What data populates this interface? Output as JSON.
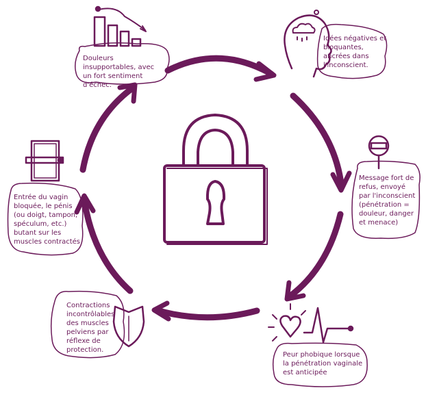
{
  "theme": {
    "accent": "#6b1a5a"
  },
  "cycle": {
    "center_icon": "padlock-icon",
    "steps": [
      {
        "icon": "descending-bar-chart-icon",
        "text": "Douleurs insupportables, avec un fort sentiment d'échec."
      },
      {
        "icon": "head-storm-cloud-icon",
        "text": "Idées négatives et bloquantes, ancrées dans l'inconscient."
      },
      {
        "icon": "no-entry-sign-icon",
        "text": "Message fort de refus, envoyé par l'inconscient (pénétration = douleur, danger et menace)"
      },
      {
        "icon": "heart-pulse-icon",
        "text": "Peur phobique lorsque la pénétration vaginale est anticipée"
      },
      {
        "icon": "shield-icon",
        "text": "Contractions incontrôlables des muscles pelviens par réflexe de protection."
      },
      {
        "icon": "barred-door-icon",
        "text": "Entrée du vagin bloquée, le pénis (ou doigt, tampon, spéculum, etc.) butant sur les muscles contractés"
      }
    ]
  }
}
